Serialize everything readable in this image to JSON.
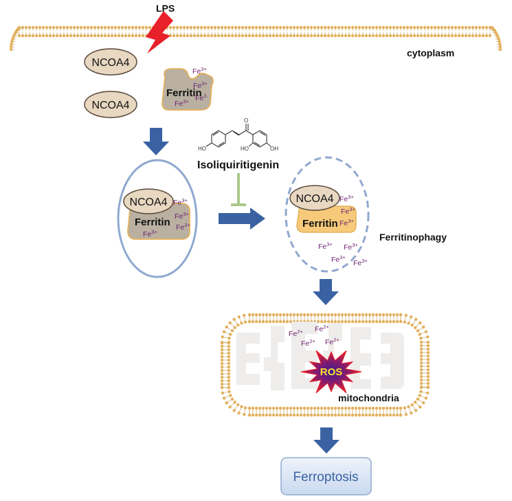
{
  "labels": {
    "lps": "LPS",
    "cytoplasm": "cytoplasm",
    "ncoa4": "NCOA4",
    "ferritin": "Ferritin",
    "compound": "Isoliquiritigenin",
    "ferritinophagy": "Ferritinophagy",
    "mitochondria": "mitochondria",
    "ros": "ROS",
    "ferroptosis": "Ferroptosis",
    "ho": "HO",
    "oh": "OH",
    "o": "O"
  },
  "ions": {
    "fe3": "Fe",
    "fe3_charge": "3+",
    "fe3_truncated_charge": "3.",
    "fe2": "Fe",
    "fe2_charge": "2+"
  },
  "colors": {
    "membrane": "#e6b15a",
    "ncoa4_fill": "#e8d8c2",
    "ferritin_fill_grey": "#b9b0a1",
    "ferritin_fill_orange": "#f6ca7a",
    "arrow_blue": "#3a62a3",
    "inhibitor_green": "#a9c98c",
    "vesicle_blue": "#8fa8cf",
    "lps_red": "#e8202a",
    "iron_purple": "#6b1f6e",
    "ros_red": "#e8202a",
    "ros_text": "#ffe433"
  }
}
